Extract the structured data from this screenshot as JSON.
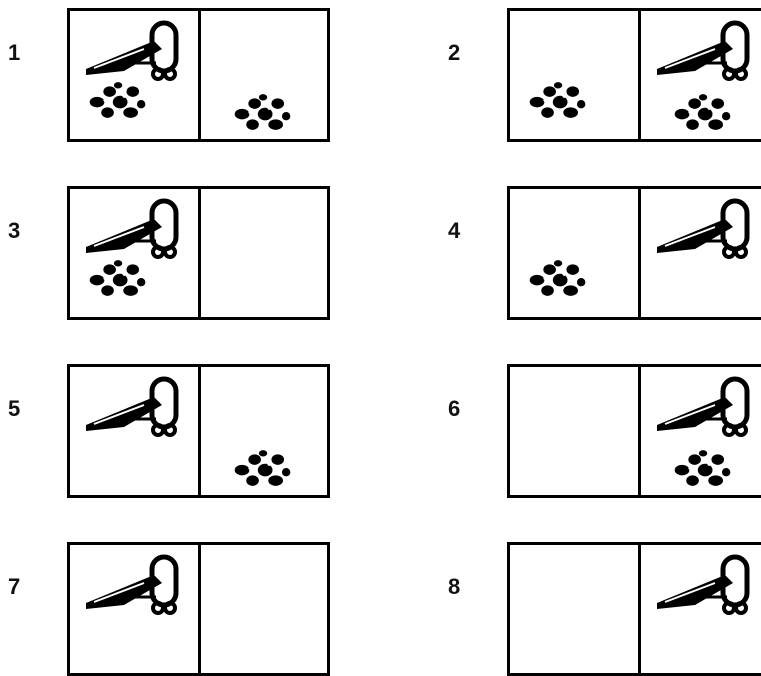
{
  "colors": {
    "ink": "#000000",
    "background": "#ffffff"
  },
  "states": [
    {
      "label": "1",
      "vacuum": "left",
      "dirt": [
        "left",
        "right"
      ]
    },
    {
      "label": "2",
      "vacuum": "right",
      "dirt": [
        "left",
        "right"
      ]
    },
    {
      "label": "3",
      "vacuum": "left",
      "dirt": [
        "left"
      ]
    },
    {
      "label": "4",
      "vacuum": "right",
      "dirt": [
        "left"
      ]
    },
    {
      "label": "5",
      "vacuum": "left",
      "dirt": [
        "right"
      ]
    },
    {
      "label": "6",
      "vacuum": "right",
      "dirt": [
        "right"
      ]
    },
    {
      "label": "7",
      "vacuum": "left",
      "dirt": []
    },
    {
      "label": "8",
      "vacuum": "right",
      "dirt": []
    }
  ]
}
